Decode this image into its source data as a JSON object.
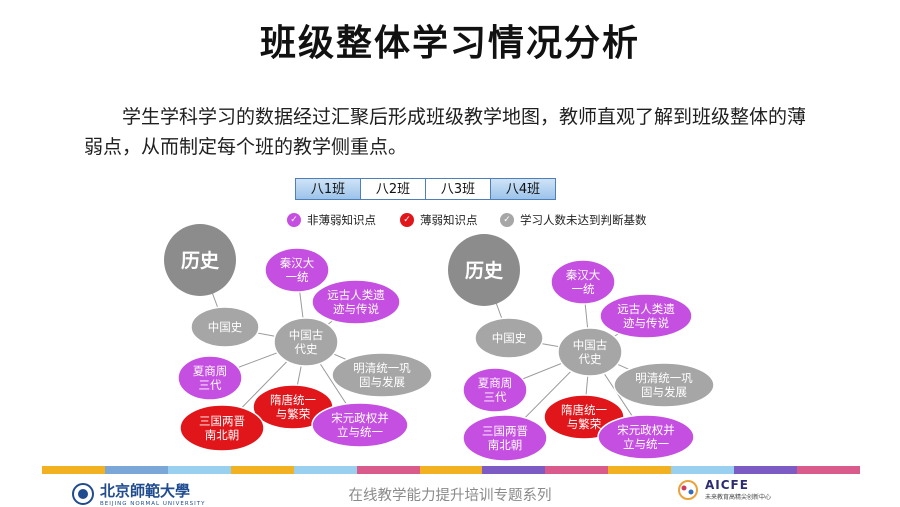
{
  "slide": {
    "title": "班级整体学习情况分析",
    "intro": "学生学科学习的数据经过汇聚后形成班级教学地图，教师直观了解到班级整体的薄弱点，从而制定每个班的教学侧重点。"
  },
  "tabs": [
    {
      "label": "八1班",
      "active": true
    },
    {
      "label": "八2班",
      "active": false
    },
    {
      "label": "八3班",
      "active": false
    },
    {
      "label": "八4班",
      "active": true
    }
  ],
  "legend": [
    {
      "label": "非薄弱知识点",
      "color": "#c44fe0"
    },
    {
      "label": "薄弱知识点",
      "color": "#e0161b"
    },
    {
      "label": "学习人数未达到判断基数",
      "color": "#a6a6a6"
    }
  ],
  "colors": {
    "purple": "#c44fe0",
    "red": "#e0161b",
    "gray": "#a6a6a6",
    "darkgray": "#8c8c8c"
  },
  "maps": [
    {
      "subject": "历史",
      "nodes": [
        {
          "key": "china",
          "lines": [
            "中国史"
          ],
          "status": "gray"
        },
        {
          "key": "ancient",
          "lines": [
            "中国古",
            "代史"
          ],
          "status": "gray"
        },
        {
          "key": "qinhan",
          "lines": [
            "秦汉大",
            "一统"
          ],
          "status": "purple"
        },
        {
          "key": "primitive",
          "lines": [
            "远古人类遗",
            "迹与传说"
          ],
          "status": "purple"
        },
        {
          "key": "mingqing",
          "lines": [
            "明清统一巩",
            "固与发展"
          ],
          "status": "gray"
        },
        {
          "key": "xia",
          "lines": [
            "夏商周",
            "三代"
          ],
          "status": "purple"
        },
        {
          "key": "suitang",
          "lines": [
            "隋唐统一",
            "与繁荣"
          ],
          "status": "red"
        },
        {
          "key": "sanguo",
          "lines": [
            "三国两晋",
            "南北朝"
          ],
          "status": "red"
        },
        {
          "key": "songyuan",
          "lines": [
            "宋元政权并",
            "立与统一"
          ],
          "status": "purple"
        }
      ]
    },
    {
      "subject": "历史",
      "nodes": [
        {
          "key": "china",
          "lines": [
            "中国史"
          ],
          "status": "gray"
        },
        {
          "key": "ancient",
          "lines": [
            "中国古",
            "代史"
          ],
          "status": "gray"
        },
        {
          "key": "qinhan",
          "lines": [
            "秦汉大",
            "一统"
          ],
          "status": "purple"
        },
        {
          "key": "primitive",
          "lines": [
            "远古人类遗",
            "迹与传说"
          ],
          "status": "purple"
        },
        {
          "key": "mingqing",
          "lines": [
            "明清统一巩",
            "固与发展"
          ],
          "status": "gray"
        },
        {
          "key": "xia",
          "lines": [
            "夏商周",
            "三代"
          ],
          "status": "purple"
        },
        {
          "key": "suitang",
          "lines": [
            "隋唐统一",
            "与繁荣"
          ],
          "status": "red"
        },
        {
          "key": "sanguo",
          "lines": [
            "三国两晋",
            "南北朝"
          ],
          "status": "purple"
        },
        {
          "key": "songyuan",
          "lines": [
            "宋元政权并",
            "立与统一"
          ],
          "status": "purple"
        }
      ]
    }
  ],
  "footer": {
    "university_cn": "北京師範大學",
    "university_en": "BEIJING NORMAL UNIVERSITY",
    "series_title": "在线教学能力提升培训专题系列",
    "aicfe": "AICFE",
    "aicfe_cn": "未来教育高精尖创新中心",
    "strip_colors": [
      "#f2b120",
      "#7aa7d8",
      "#9ad0ef",
      "#f2b120",
      "#9ad0ef",
      "#d85b8c",
      "#f2b120",
      "#7c5cc4",
      "#d85b8c",
      "#f2b120",
      "#9ad0ef",
      "#7c5cc4",
      "#d85b8c"
    ]
  }
}
